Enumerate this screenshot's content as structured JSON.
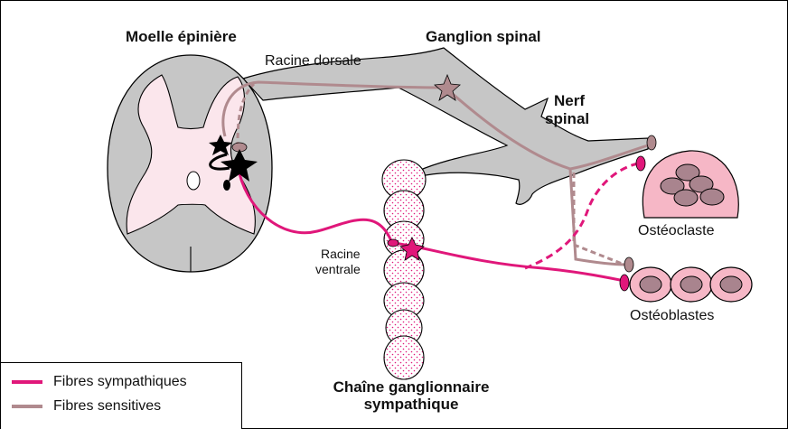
{
  "labels": {
    "moelle": "Moelle épinière",
    "ganglion": "Ganglion spinal",
    "racine_dorsale": "Racine dorsale",
    "nerf": "Nerf",
    "spinal": "spinal",
    "osteoclaste": "Ostéoclaste",
    "racine": "Racine",
    "ventrale": "ventrale",
    "osteoblastes": "Ostéoblastes",
    "chaine_l1": "Chaîne ganglionnaire",
    "chaine_l2": "sympathique"
  },
  "legend": [
    {
      "label": "Fibres sympathiques",
      "color": "#e0177a"
    },
    {
      "label": "Fibres sensitives",
      "color": "#b08a8e"
    }
  ],
  "colors": {
    "sympathetic": "#e0177a",
    "sensory": "#b08a8e",
    "cord_gray": "#c6c6c6",
    "gray_matter": "#fbe6ec",
    "cell_fill": "#f6b7c6",
    "nucleus": "#a9848e"
  }
}
